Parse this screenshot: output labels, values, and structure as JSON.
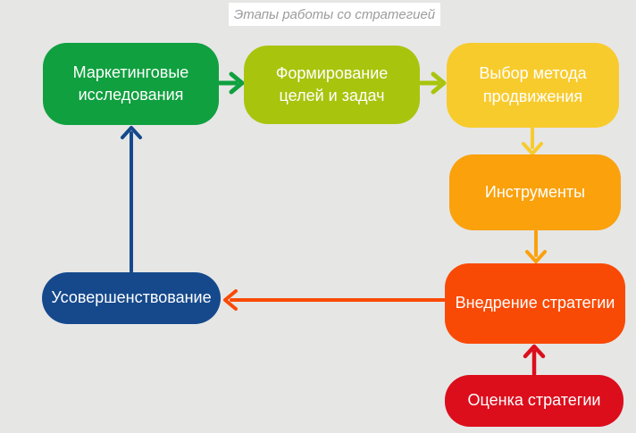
{
  "title": "Этапы работы со стратегией",
  "background_color": "#e6e6e5",
  "title_bar_color": "#ffffff",
  "title_text_color": "#9c9c9c",
  "stages": [
    {
      "id": "marketing-research",
      "label": "Маркетинговые исследования",
      "color": "#10a03f",
      "text_color": "#ffffff"
    },
    {
      "id": "goals-formation",
      "label": "Формирование целей и задач",
      "color": "#a9c40d",
      "text_color": "#ffffff"
    },
    {
      "id": "method-choice",
      "label": "Выбор метода продвижения",
      "color": "#f8cb2d",
      "text_color": "#ffffff"
    },
    {
      "id": "tools",
      "label": "Инструменты",
      "color": "#faa10c",
      "text_color": "#ffffff"
    },
    {
      "id": "implementation",
      "label": "Внедрение стратегии",
      "color": "#f94a05",
      "text_color": "#ffffff"
    },
    {
      "id": "evaluation",
      "label": "Оценка стратегии",
      "color": "#dc0e1c",
      "text_color": "#ffffff"
    },
    {
      "id": "improvement",
      "label": "Усовершенствование",
      "color": "#15498c",
      "text_color": "#ffffff"
    }
  ],
  "arrows": [
    {
      "from": "marketing-research",
      "to": "goals-formation",
      "color": "#10a03f",
      "direction": "right"
    },
    {
      "from": "goals-formation",
      "to": "method-choice",
      "color": "#a9c40d",
      "direction": "right"
    },
    {
      "from": "method-choice",
      "to": "tools",
      "color": "#f8cb2d",
      "direction": "down"
    },
    {
      "from": "tools",
      "to": "implementation",
      "color": "#faa10c",
      "direction": "down"
    },
    {
      "from": "evaluation",
      "to": "implementation",
      "color": "#dc0e1c",
      "direction": "up"
    },
    {
      "from": "implementation",
      "to": "improvement",
      "color": "#f94a05",
      "direction": "left"
    },
    {
      "from": "improvement",
      "to": "marketing-research",
      "color": "#15498c",
      "direction": "up"
    }
  ]
}
